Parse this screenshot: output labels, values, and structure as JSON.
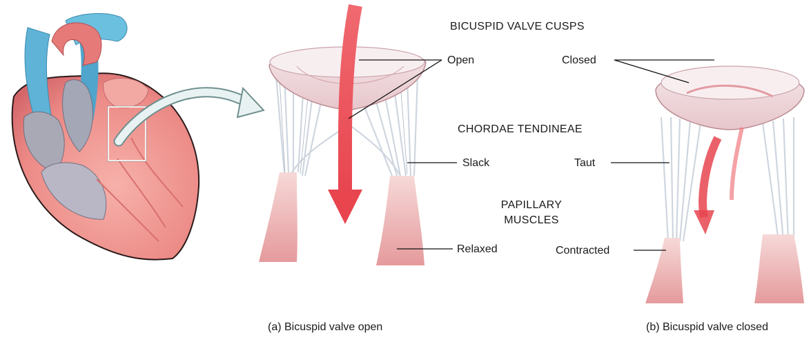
{
  "headers": {
    "cusps": "BICUSPID VALVE CUSPS",
    "chordae": "CHORDAE TENDINEAE",
    "papillary_line1": "PAPILLARY",
    "papillary_line2": "MUSCLES"
  },
  "labels": {
    "open": "Open",
    "closed": "Closed",
    "slack": "Slack",
    "taut": "Taut",
    "relaxed": "Relaxed",
    "contracted": "Contracted"
  },
  "captions": {
    "a": "(a) Bicuspid valve open",
    "b": "(b) Bicuspid valve closed"
  },
  "colors": {
    "blood_flow_arrow": "#e8454f",
    "heart_muscle": "#ef8f8f",
    "vessel_blue": "#5fb3d6",
    "tendon": "#cfd6df",
    "pointer_arrow": "#e9f2f2"
  }
}
